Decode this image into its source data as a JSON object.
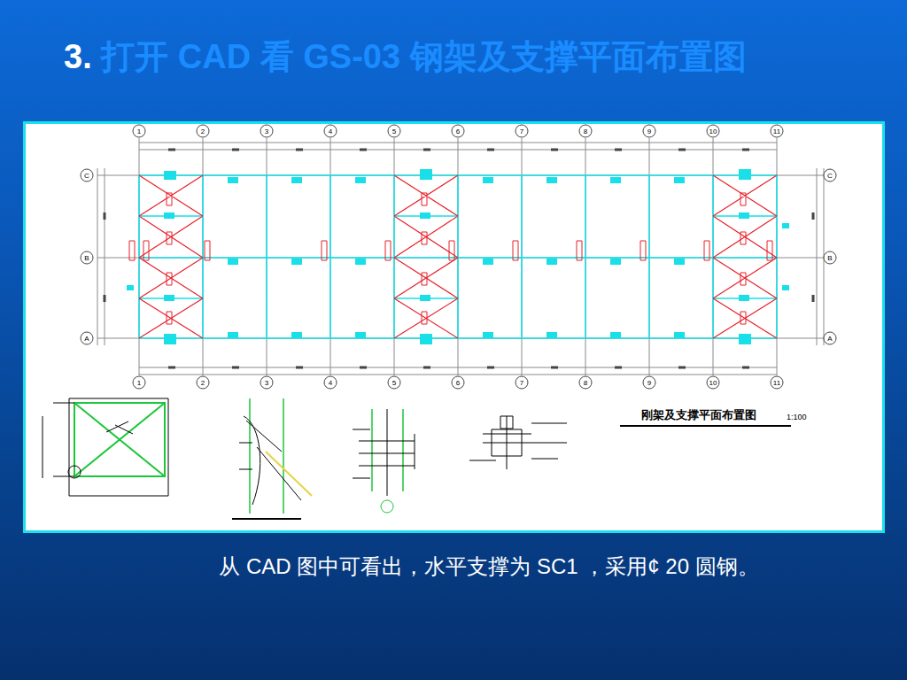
{
  "diagram": {
    "title": "3. 打开 CAD 看 GS-03  钢架及支撑平面布置图",
    "caption": "从 CAD 图中可看出，水平支撑为 SC1 ，采用¢ 20 圆钢。",
    "labels": [
      "1",
      "2",
      "3",
      "4",
      "5",
      "6",
      "7",
      "8",
      "9",
      "10",
      "11",
      "1",
      "2",
      "3",
      "4",
      "5",
      "6",
      "7",
      "8",
      "9",
      "10",
      "11",
      "C",
      "B",
      "A",
      "C",
      "B",
      "A",
      "刚架及支撑平面布置图",
      "1:100"
    ]
  }
}
